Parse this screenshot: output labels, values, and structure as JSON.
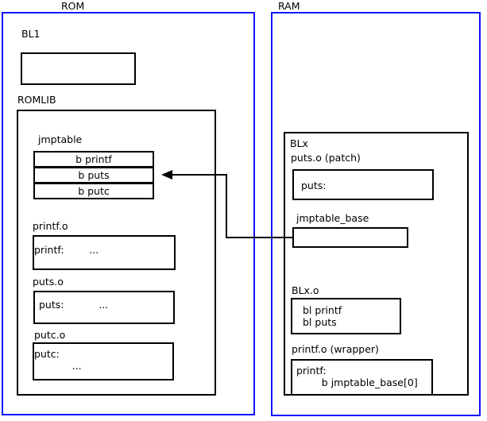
{
  "diagram": {
    "type": "memory-layout-diagram",
    "colors": {
      "region_stroke": "#1414ff",
      "box_stroke": "#000000",
      "background": "#ffffff",
      "text": "#000000"
    },
    "regions": [
      {
        "id": "rom",
        "label": "ROM"
      },
      {
        "id": "ram",
        "label": "RAM"
      }
    ],
    "rom": {
      "label": "ROM",
      "bl1": {
        "label": "BL1",
        "body": ""
      },
      "romlib": {
        "label": "ROMLIB",
        "jmptable": {
          "label": "jmptable",
          "entries": [
            {
              "text": "b printf"
            },
            {
              "text": "b puts"
            },
            {
              "text": "b putc"
            }
          ]
        },
        "objects": [
          {
            "label": "printf.o",
            "lines": [
              "printf:        ..."
            ]
          },
          {
            "label": "puts.o",
            "lines": [
              "puts:           ..."
            ]
          },
          {
            "label": "putc.o",
            "lines": [
              "putc:",
              "            ..."
            ]
          }
        ]
      }
    },
    "ram": {
      "label": "RAM",
      "blx": {
        "label": "BLx",
        "sections": [
          {
            "label": "puts.o (patch)",
            "lines": [
              "puts:"
            ]
          },
          {
            "label": "jmptable_base",
            "lines": [
              ""
            ]
          },
          {
            "label": "BLx.o",
            "lines": [
              "bl printf",
              "bl puts"
            ]
          },
          {
            "label": "printf.o (wrapper)",
            "lines": [
              "printf:",
              "        b jmptable_base[0]"
            ]
          }
        ]
      }
    },
    "connector": {
      "name": "patch-arrow",
      "description": "arrow from jmptable_base to jmptable entry 'b puts'",
      "target_entry": "b puts"
    }
  }
}
